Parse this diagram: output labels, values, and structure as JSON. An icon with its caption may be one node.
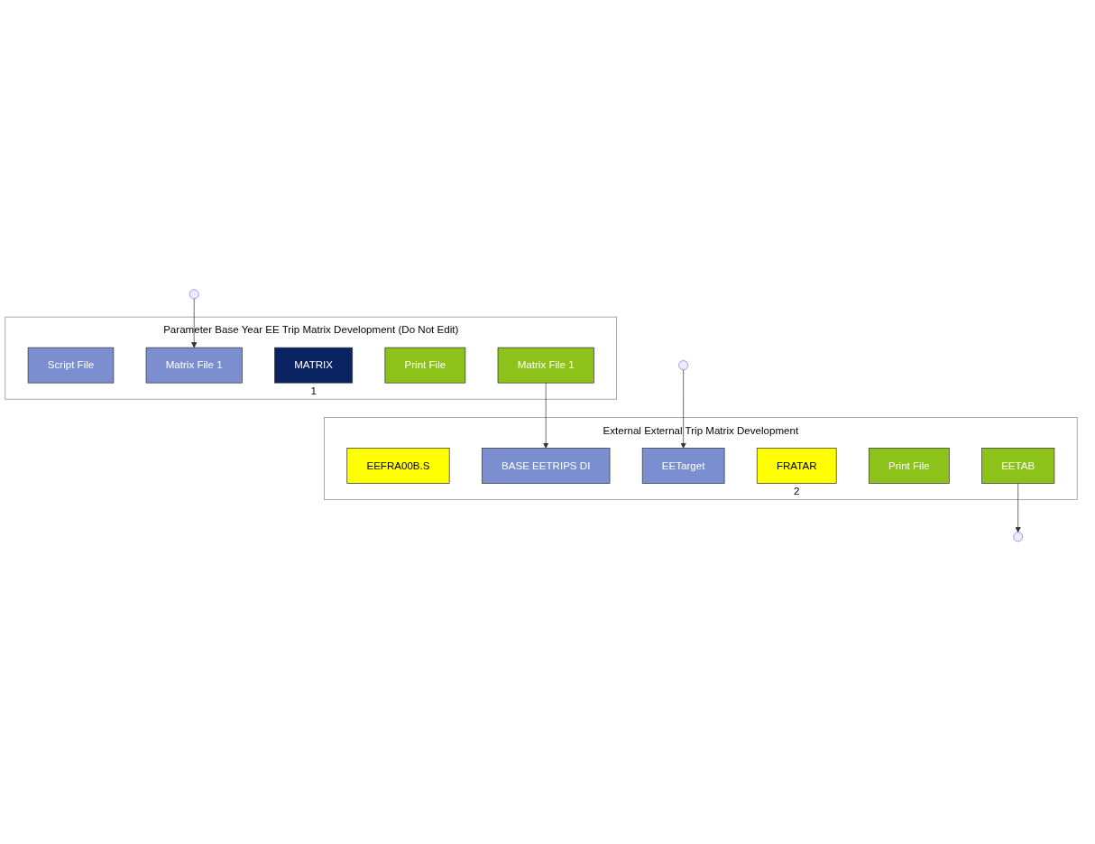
{
  "diagram": {
    "nodes": [
      {
        "text": [
          "Parameter Base Year EE Trip Matrix Development (Do Not Edit)"
        ]
      },
      {
        "text": [
          "Script File"
        ],
        "in": 0
      },
      {
        "text": [
          "Matrix File 1"
        ],
        "in": 0
      },
      {
        "text": [
          "MATRIX"
        ],
        "beside": [
          "1"
        ],
        "in": 0
      },
      {
        "text": [
          "Print File"
        ],
        "in": 0
      },
      {
        "text": [
          "Matrix File 1"
        ],
        "in": 0
      },
      {
        "text": [
          "External External Trip Matrix Development"
        ]
      },
      {
        "text": [
          "EEFRA00B.S"
        ],
        "in": 6
      },
      {
        "text": [
          "BASE EETRIPS DI"
        ],
        "in": 6
      },
      {
        "text": [
          "EETarget"
        ],
        "in": 6
      },
      {
        "text": [
          "FRATAR"
        ],
        "beside": [
          "2"
        ],
        "in": 6
      },
      {
        "text": [
          "Print File"
        ],
        "in": 6
      },
      {
        "text": [
          "EETAB"
        ],
        "in": 6
      }
    ],
    "edges": [
      {
        "from": 5,
        "to": 8,
        "arrow": "to"
      },
      {
        "from": null,
        "to": 2,
        "arrow": "to"
      },
      {
        "from": null,
        "to": 9,
        "arrow": "to"
      },
      {
        "from": 12,
        "to": null,
        "arrow": "to"
      }
    ]
  }
}
